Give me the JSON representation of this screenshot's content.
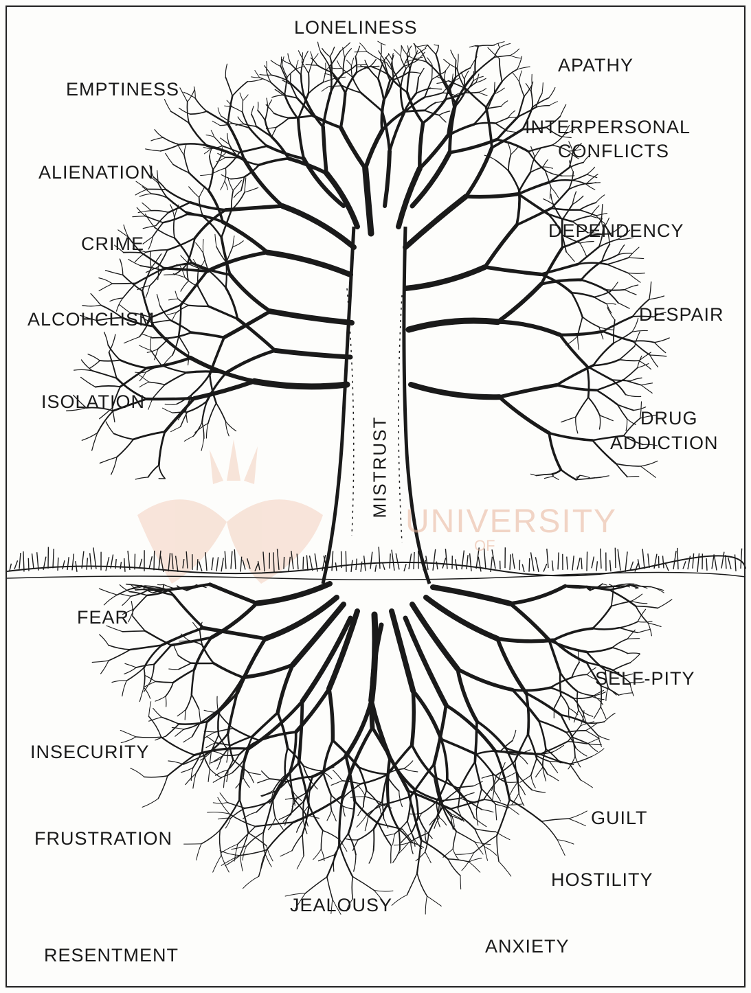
{
  "diagram": {
    "trunk_label": "MISTRUST",
    "branch_labels": [
      "LONELINESS",
      "APATHY",
      "EMPTINESS",
      "INTERPERSONAL",
      "CONFLICTS",
      "ALIENATION",
      "DEPENDENCY",
      "CRIME",
      "DESPAIR",
      "ALCOHCLISM",
      "ISOLATION",
      "DRUG",
      "ADDICTION"
    ],
    "root_labels": [
      "FEAR",
      "SELF-PITY",
      "INSECURITY",
      "GUILT",
      "FRUSTRATION",
      "HOSTILITY",
      "JEALOUSY",
      "ANXIETY",
      "RESENTMENT"
    ],
    "watermark": [
      "UNIVERSITY",
      "OF"
    ],
    "colors": {
      "ink": "#1a1a1a",
      "paper": "#fdfdfb",
      "watermark": "#e9b39a"
    }
  }
}
